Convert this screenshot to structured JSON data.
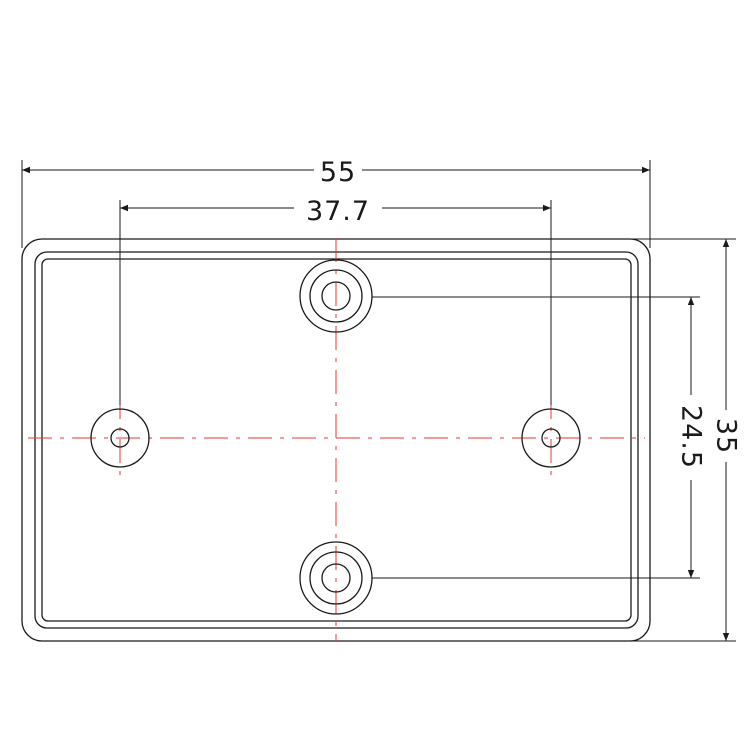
{
  "drawing": {
    "units": "mm",
    "dimensions": {
      "overall_width": "55",
      "hole_spacing_horizontal": "37.7",
      "overall_height": "35",
      "hole_spacing_vertical": "24.5"
    }
  },
  "colors": {
    "outline": "#1a1a1a",
    "centerline": "#e53935",
    "background": "#ffffff"
  }
}
